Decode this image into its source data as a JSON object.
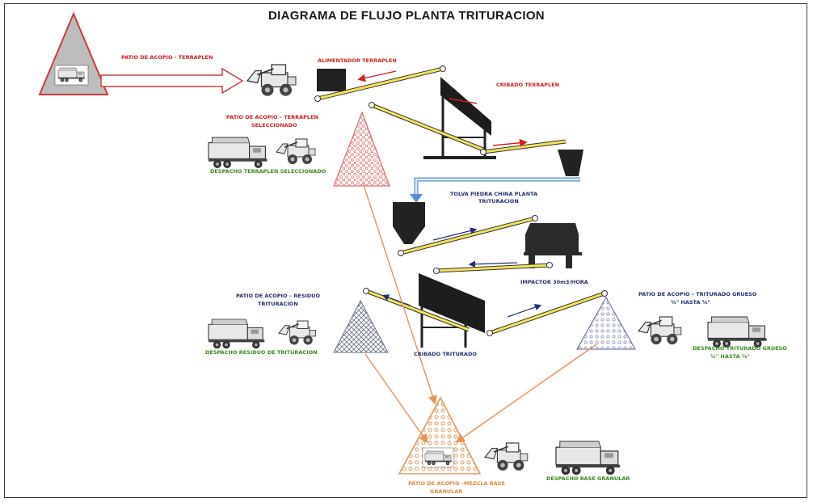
{
  "title": "DIAGRAMA DE FLUJO PLANTA TRITURACION",
  "labels": {
    "patio_terraplen": "PATIO DE ACOPIO - TERRAPLEN",
    "alimentador": "ALIMENTADOR TERRAPLEN",
    "cribado_terraplen": "CRIBADO TERRAPLEN",
    "patio_seleccionado_1": "PATIO DE ACOPIO – TERRAPLEN",
    "patio_seleccionado_2": "SELECCIONADO",
    "despacho_seleccionado": "DESPACHO TERRAPLEN SELECCIONADO",
    "tolva_1": "TOLVA PIEDRA CHINA PLANTA",
    "tolva_2": "TRITURACION",
    "impactor": "IMPACTOR 30m3/HORA",
    "patio_residuo_1": "PATIO DE ACOPIO – RESIDUO",
    "patio_residuo_2": "TRITURACION",
    "despacho_residuo": "DESPACHO RESIDUO DE TRITURACION",
    "cribado_triturado": "CRIBADO TRITURADO",
    "patio_grueso_1": "PATIO DE ACOPIO – TRITURADO GRUESO",
    "patio_grueso_2": "¾\" HASTA ⅜\"",
    "despacho_grueso_1": "DESPACHO TRITURADO GRUESO",
    "despacho_grueso_2": "¾\" HASTA ⅜\"",
    "patio_mezcla_1": "PATIO DE ACOPIO –MEZCLA BASE",
    "patio_mezcla_2": "GRANULAR",
    "despacho_base": "DESPACHO BASE GRANULAR"
  },
  "colors": {
    "red_label": "#d02020",
    "green_label": "#3a8a1e",
    "navy_label": "#24306e",
    "orange_label": "#e08a40",
    "conveyor": "#f3e25a",
    "flow_arrow": "#e8925a",
    "chute": "#5a8fd6"
  },
  "icons": {
    "loader": "front-loader-icon",
    "truck": "dump-truck-icon",
    "screen": "vibrating-screen-icon",
    "hopper": "hopper-icon",
    "crusher": "impactor-crusher-icon",
    "stockpile": "stockpile-triangle-icon"
  }
}
